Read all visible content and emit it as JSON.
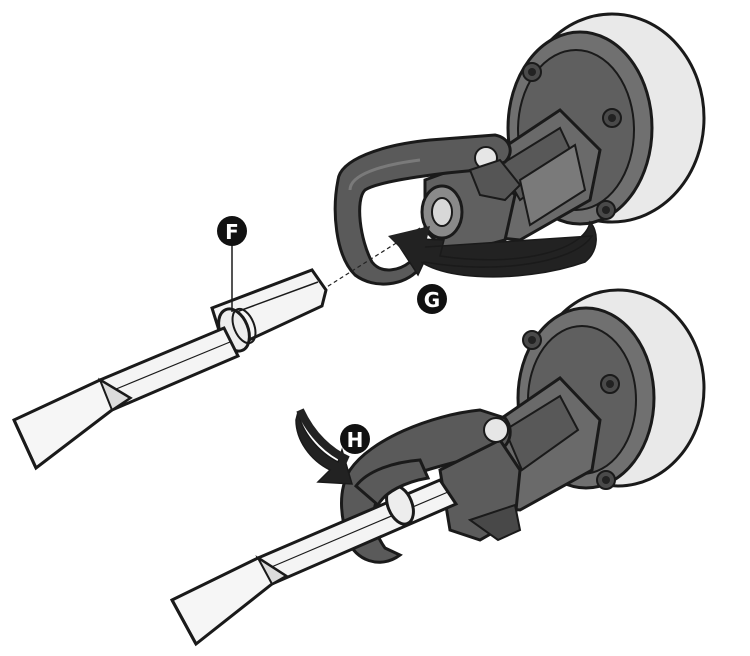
{
  "diagram": {
    "callouts": {
      "f": {
        "label": "F"
      },
      "g": {
        "label": "G"
      },
      "h": {
        "label": "H"
      }
    },
    "colors": {
      "outline": "#1a1a1a",
      "body_dark": "#555555",
      "body_mid": "#6e6e6e",
      "housing_light": "#ececec",
      "chisel_light": "#f4f4f4",
      "arrow": "#222222",
      "callout_fill": "#111111"
    }
  }
}
